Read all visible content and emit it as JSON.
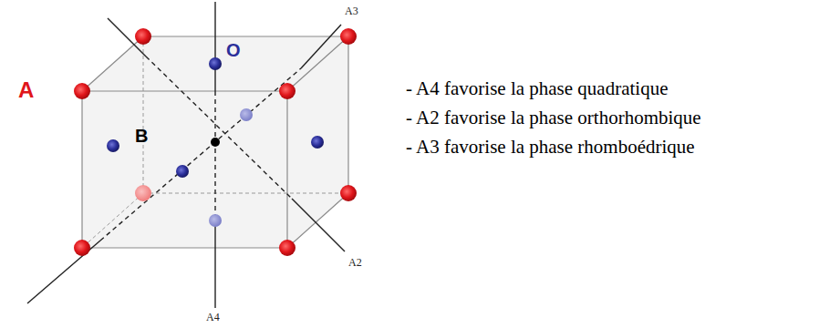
{
  "diagram": {
    "labels": [
      "A",
      "O",
      "B",
      "A3",
      "A2",
      "A4",
      "- A4 favorise la phase quadratique",
      "- A2 favorise la phase orthorhombique",
      "- A3 favorise la phase rhomboédrique"
    ]
  }
}
